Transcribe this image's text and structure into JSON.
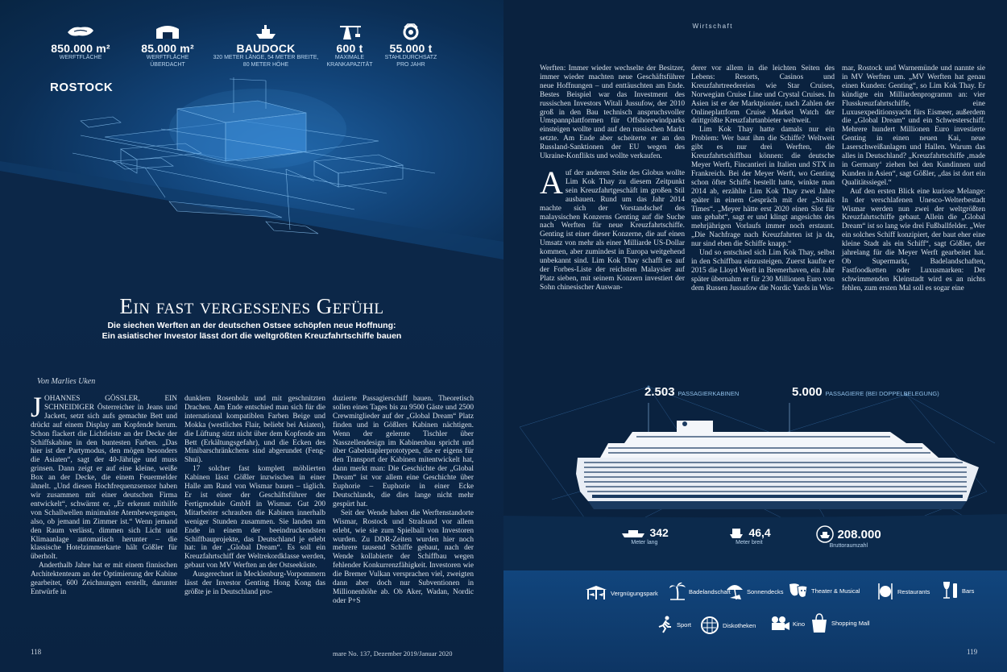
{
  "left": {
    "stats": [
      {
        "value": "850.000 m²",
        "label": "Werftfläche",
        "icon": "site-area-icon"
      },
      {
        "value": "85.000 m²",
        "label": "Werftfläche überdacht",
        "icon": "hangar-icon"
      },
      {
        "value": "BAUDOCK",
        "label": "320 Meter Länge, 54 Meter Breite, 80 Meter Höhe",
        "icon": "dock-ship-icon"
      },
      {
        "value": "600 t",
        "label": "maximale Krankapazität",
        "icon": "crane-icon"
      },
      {
        "value": "55.000 t",
        "label": "Stahldurchsatz pro Jahr",
        "icon": "steel-coil-icon"
      }
    ],
    "location": "ROSTOCK",
    "title": "Ein fast vergessenes Gefühl",
    "subtitle_1": "Die siechen Werften an der deutschen Ostsee schöpfen neue Hoffnung:",
    "subtitle_2": "Ein asiatischer Investor lässt dort die weltgrößten Kreuzfahrtschiffe bauen",
    "author": "Von Marlies Uken",
    "col1": {
      "dropcap": "J",
      "lead": "OHANNES GÖSSLER, EIN SCHNEIDIGER Österreicher in Jeans und Jackett, setzt sich aufs gemachte Bett und drückt auf einem Display am Kopfende herum. Schon flackert die Lichtleiste an der Decke der Schiffskabine in den buntesten Farben. „Das hier ist der Partymodus, den mögen besonders die Asiaten“, sagt der 40-Jährige und muss grinsen. Dann zeigt er auf eine kleine, weiße Box an der Decke, die einem Feuermelder ähnelt. „Und diesen Hochfrequenzsensor haben wir zusammen mit einer deutschen Firma entwickelt“, schwärmt er. „Er erkennt mithilfe von Schallwellen minimalste Atembewegungen, also, ob jemand im Zimmer ist.“ Wenn jemand den Raum verlässt, dimmen sich Licht und Klimaanlage automatisch herunter – die klassische Hotelzimmerkarte hält Gößler für überholt.",
      "p2": "Anderthalb Jahre hat er mit einem finnischen Architektenteam an der Optimierung der Kabine gearbeitet, 600 Zeichnungen erstellt, darunter Entwürfe in"
    },
    "col2": {
      "p1": "dunklem Rosenholz und mit geschnitzten Drachen. Am Ende entschied man sich für die international kompatiblen Farben Beige und Mokka (westliches Flair, beliebt bei Asiaten), die Lüftung sitzt nicht über dem Kopfende am Bett (Erkältungsgefahr), und die Ecken des Minibarschränkchens sind abgerundet (Feng-Shui).",
      "p2": "17 solcher fast komplett möblierten Kabinen lässt Gößler inzwischen in einer Halle am Rand von Wismar bauen – täglich. Er ist einer der Geschäftsführer der Fertigmodule GmbH in Wismar. Gut 200 Mitarbeiter schrauben die Kabinen innerhalb weniger Stunden zusammen. Sie landen am Ende in einem der beeindruckendsten Schiffbauprojekte, das Deutschland je erlebt hat: in der „Global Dream“. Es soll ein Kreuzfahrtschiff der Weltrekordklasse werden, gebaut von MV Werften an der Ostseeküste.",
      "p3": "Ausgerechnet in Mecklenburg-Vorpommern lässt der Investor Genting Hong Kong das größte je in Deutschland pro-"
    },
    "col3": {
      "p1": "duzierte Passagierschiff bauen. Theoretisch sollen eines Tages bis zu 9500 Gäste und 2500 Crewmitglieder auf der „Global Dream“ Platz finden und in Gößlers Kabinen nächtigen. Wenn der gelernte Tischler über Nasszellendesign im Kabinenbau spricht und über Gabelstaplerprototypen, die er eigens für den Transport der Kabinen mitentwickelt hat, dann merkt man: Die Geschichte der „Global Dream“ ist vor allem eine Geschichte über Euphorie – Euphorie in einer Ecke Deutschlands, die dies lange nicht mehr gespürt hat.",
      "p2": "Seit der Wende haben die Werftenstandorte Wismar, Rostock und Stralsund vor allem erlebt, wie sie zum Spielball von Investoren wurden. Zu DDR-Zeiten wurden hier noch mehrere tausend Schiffe gebaut, nach der Wende kollabierte der Schiffbau wegen fehlender Konkurrenzfähigkeit. Investoren wie die Bremer Vulkan versprachen viel, zweigten dann aber doch nur Subventionen in Millionenhöhe ab. Ob Aker, Wadan, Nordic oder P+S"
    },
    "page_number": "118",
    "footer": "mare No. 137, Dezember 2019/Januar 2020"
  },
  "right": {
    "section": "Wirtschaft",
    "col1": {
      "p1": "Werften: Immer wieder wechselte der Besitzer, immer wieder machten neue Geschäftsführer neue Hoffnungen – und enttäuschten am Ende. Bestes Beispiel war das Investment des russischen Investors Witali Jussufow, der 2010 groß in den Bau technisch anspruchsvoller Umspannplattformen für Offshorewindparks einsteigen wollte und auf den russischen Markt setzte. Am Ende aber scheiterte er an den Russland-Sanktionen der EU wegen des Ukraine-Konflikts und wollte verkaufen.",
      "dropcap": "A",
      "p2": "uf der anderen Seite des Globus wollte Lim Kok Thay zu diesem Zeitpunkt sein Kreuzfahrtgeschäft im großen Stil ausbauen. Rund um das Jahr 2014 machte sich der Vorstandschef des malaysischen Konzerns Genting auf die Suche nach Werften für neue Kreuzfahrtschiffe. Genting ist einer dieser Konzerne, die auf einen Umsatz von mehr als einer Milliarde US-Dollar kommen, aber zumindest in Europa weitgehend unbekannt sind. Lim Kok Thay schafft es auf der Forbes-Liste der reichsten Malaysier auf Platz sieben, mit seinem Konzern investiert der Sohn chinesischer Auswan-"
    },
    "col2": {
      "p1": "derer vor allem in die leichten Seiten des Lebens: Resorts, Casinos und Kreuzfahrtreedereien wie Star Cruises, Norwegian Cruise Line und Crystal Cruises. In Asien ist er der Marktpionier, nach Zahlen der Onlineplattform Cruise Market Watch der drittgrößte Kreuzfahrtanbieter weltweit.",
      "p2": "Lim Kok Thay hatte damals nur ein Problem: Wer baut ihm die Schiffe? Weltweit gibt es nur drei Werften, die Kreuzfahrtschiffbau können: die deutsche Meyer Werft, Fincantieri in Italien und STX in Frankreich. Bei der Meyer Werft, wo Genting schon öfter Schiffe bestellt hatte, winkte man 2014 ab, erzählte Lim Kok Thay zwei Jahre später in einem Gespräch mit der „Straits Times“. „Meyer hätte erst 2020 einen Slot für uns gehabt“, sagt er und klingt angesichts des mehrjährigen Vorlaufs immer noch erstaunt. „Die Nachfrage nach Kreuzfahrten ist ja da, nur sind eben die Schiffe knapp.“",
      "p3": "Und so entschied sich Lim Kok Thay, selbst in den Schiffbau einzusteigen. Zuerst kaufte er 2015 die Lloyd Werft in Bremerhaven, ein Jahr später übernahm er für 230 Millionen Euro von dem Russen Jussufow die Nordic Yards in Wis-"
    },
    "col3": {
      "p1": "mar, Rostock und Warnemünde und nannte sie in MV Werften um. „MV Werften hat genau einen Kunden: Genting“, so Lim Kok Thay. Er kündigte ein Milliardenprogramm an: vier Flusskreuzfahrtschiffe, eine Luxusexpeditionsyacht fürs Eismeer, außerdem die „Global Dream“ und ein Schwesterschiff. Mehrere hundert Millionen Euro investierte Genting in einen neuen Kai, neue Laserschweißanlagen und Hallen. Warum das alles in Deutschland? „Kreuzfahrtschiffe ‚made in Germany‘ ziehen bei den Kundinnen und Kunden in Asien“, sagt Gößler, „das ist dort ein Qualitätssiegel.“",
      "p2": "Auf den ersten Blick eine kuriose Melange: In der verschlafenen Unesco-Welterbestadt Wismar werden nun zwei der weltgrößten Kreuzfahrtschiffe gebaut. Allein die „Global Dream“ ist so lang wie drei Fußballfelder. „Wer ein solches Schiff konzipiert, der baut eher eine kleine Stadt als ein Schiff“, sagt Gößler, der jahrelang für die Meyer Werft gearbeitet hat. Ob Supermarkt, Badelandschaften, Fastfoodketten oder Luxusmarken: Der schwimmenden Kleinstadt wird es an nichts fehlen, zum ersten Mal soll es sogar eine"
    },
    "ship_stats": [
      {
        "value": "2.503",
        "label": "Passagierkabinen"
      },
      {
        "value": "5.000",
        "label": "Passagiere (bei Doppelbelegung)"
      }
    ],
    "dimensions": [
      {
        "value": "342",
        "label": "Meter lang",
        "icon": "ship-length-icon"
      },
      {
        "value": "46,4",
        "label": "Meter breit",
        "icon": "ship-width-icon"
      },
      {
        "value": "208.000",
        "label": "Bruttoraumzahl",
        "icon": "ship-tonnage-icon"
      }
    ],
    "amenities": [
      {
        "label": "Vergnügungspark",
        "icon": "carousel-icon"
      },
      {
        "label": "Badelandschaft",
        "icon": "palm-icon"
      },
      {
        "label": "Sonnendecks",
        "icon": "umbrella-icon"
      },
      {
        "label": "Theater & Musical",
        "icon": "theater-mask-icon"
      },
      {
        "label": "Restaurants",
        "icon": "cutlery-icon"
      },
      {
        "label": "Bars",
        "icon": "wine-glass-icon"
      },
      {
        "label": "Sport",
        "icon": "runner-icon"
      },
      {
        "label": "Diskotheken",
        "icon": "disco-ball-icon"
      },
      {
        "label": "Kino",
        "icon": "film-camera-icon"
      },
      {
        "label": "Shopping Mall",
        "icon": "shopping-bag-icon"
      }
    ],
    "page_number": "119"
  }
}
